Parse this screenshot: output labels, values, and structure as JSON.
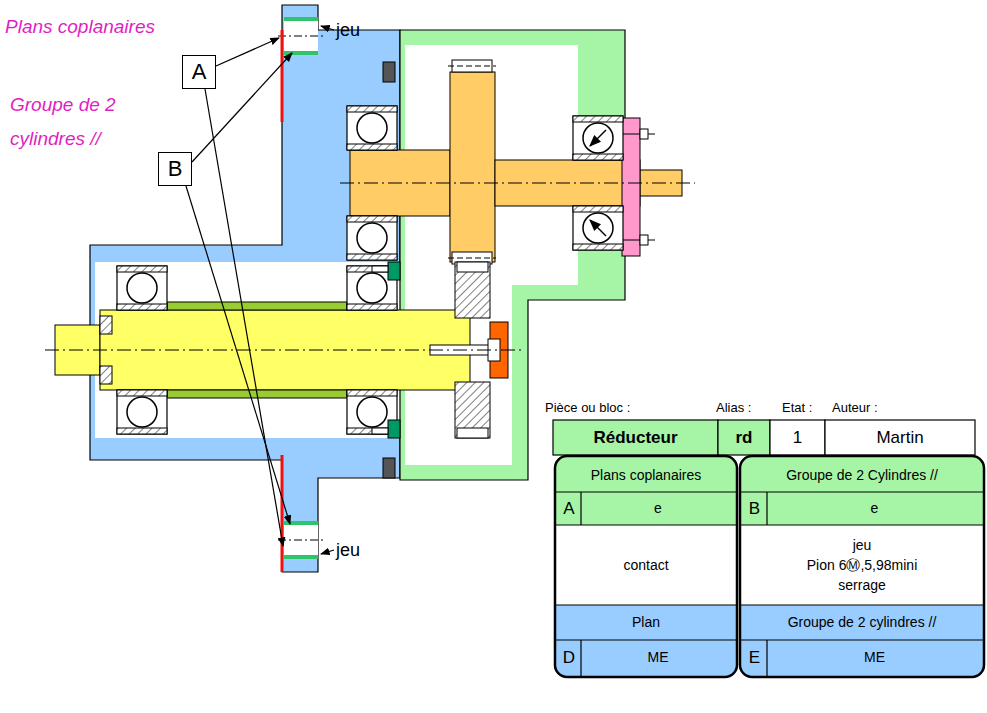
{
  "diagram": {
    "nodes": [
      {
        "text": [
          "A"
        ]
      },
      {
        "text": [
          "B"
        ]
      }
    ],
    "labels": [
      "Plans coplanaires",
      "Groupe de 2 cylindres //",
      "jeu",
      "jeu",
      "Pièce ou bloc :",
      "Alias :",
      "Etat :",
      "Auteur :",
      "Réducteur",
      "rd",
      "1",
      "Martin",
      "Plans coplanaires",
      "Groupe de 2 Cylindres //",
      "A",
      "e",
      "B",
      "e",
      "contact",
      "jeu",
      "Pion 6Ⓜ,5,98mini",
      "serrage",
      "Plan",
      "Groupe de 2 cylindres //",
      "D",
      "ME",
      "E",
      "ME"
    ]
  }
}
